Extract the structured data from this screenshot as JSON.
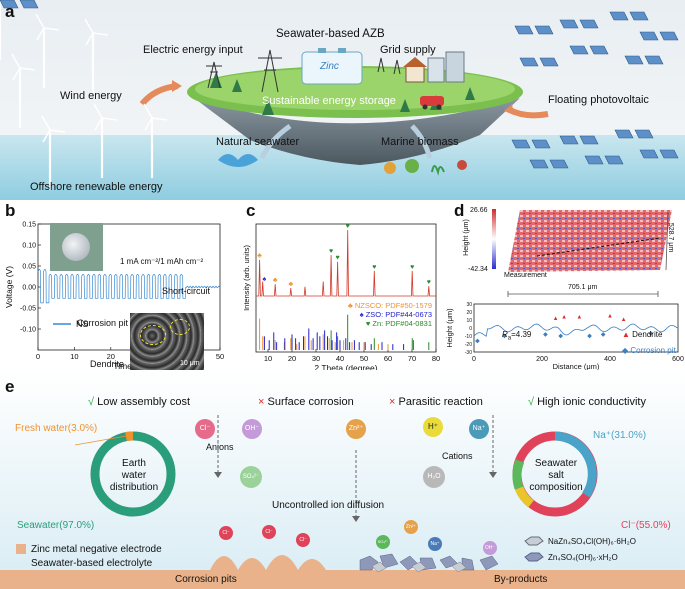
{
  "panel_a": {
    "letter": "a",
    "title": "Seawater-based AZB",
    "electric_input": "Electric energy input",
    "grid_supply": "Grid supply",
    "wind": "Wind energy",
    "storage": "Sustainable energy storage",
    "floating_pv": "Floating photovoltaic",
    "offshore": "Offshore renewable energy",
    "seawater": "Natural seawater",
    "biomass": "Marine biomass",
    "zinc_logo": "Zinc"
  },
  "panel_b": {
    "letter": "b",
    "annot_current": "1 mA cm⁻²/1 mAh cm⁻²",
    "short_circuit": "Short-circuit",
    "corrosion_pit": "Corrosion pit",
    "legend": "NS",
    "dendrite": "Dendrite",
    "scale": "10 μm",
    "chart_data": {
      "type": "line",
      "xlabel": "Time (h)",
      "ylabel": "Voltage (V)",
      "xlim": [
        0,
        50
      ],
      "ylim": [
        -0.15,
        0.15
      ],
      "xticks": [
        "0",
        "10",
        "20",
        "30",
        "40",
        "50"
      ],
      "yticks": [
        "-0.10",
        "-0.05",
        "0.00",
        "0.05",
        "0.10",
        "0.15"
      ],
      "series": [
        {
          "name": "NS",
          "cycle_h": 1.5,
          "amp_start": 0.042,
          "amp_mid": 0.03,
          "short_circuit_h": 40.5,
          "after": 0.0
        }
      ]
    }
  },
  "panel_c": {
    "letter": "c",
    "chart_data": {
      "type": "bar",
      "xlabel": "2 Theta (degree)",
      "ylabel": "Intensity (arb. units)",
      "xlim": [
        5,
        80
      ],
      "xticks": [
        "10",
        "20",
        "30",
        "40",
        "50",
        "60",
        "70",
        "80"
      ],
      "series": [
        {
          "name": "NZSCO: PDF#50-1579",
          "color": "#f0922e",
          "peaks": [
            [
              6.5,
              0.8
            ],
            [
              7.8,
              0.35
            ],
            [
              13.0,
              0.25
            ],
            [
              16.8,
              0.2
            ],
            [
              19.5,
              0.3
            ],
            [
              22.0,
              0.15
            ],
            [
              25.4,
              0.35
            ],
            [
              28.0,
              0.25
            ],
            [
              33.0,
              0.4
            ],
            [
              35.5,
              0.3
            ],
            [
              38.0,
              0.2
            ],
            [
              41.5,
              0.25
            ],
            [
              45.0,
              0.2
            ],
            [
              50.0,
              0.2
            ],
            [
              56.0,
              0.15
            ],
            [
              60.0,
              0.15
            ]
          ]
        },
        {
          "name": "ZSO: PDF#44-0673",
          "color": "#2222cc",
          "peaks": [
            [
              8.5,
              0.35
            ],
            [
              10.5,
              0.25
            ],
            [
              12.4,
              0.45
            ],
            [
              13.6,
              0.2
            ],
            [
              17.0,
              0.3
            ],
            [
              20.0,
              0.4
            ],
            [
              21.5,
              0.3
            ],
            [
              23.0,
              0.2
            ],
            [
              24.8,
              0.35
            ],
            [
              27.0,
              0.55
            ],
            [
              28.8,
              0.3
            ],
            [
              30.5,
              0.45
            ],
            [
              31.6,
              0.35
            ],
            [
              33.6,
              0.5
            ],
            [
              34.8,
              0.35
            ],
            [
              36.7,
              0.25
            ],
            [
              38.6,
              0.45
            ],
            [
              40.0,
              0.25
            ],
            [
              42.4,
              0.3
            ],
            [
              44.0,
              0.2
            ],
            [
              46.0,
              0.25
            ],
            [
              48.0,
              0.2
            ],
            [
              50.5,
              0.2
            ],
            [
              53.0,
              0.15
            ],
            [
              57.5,
              0.2
            ],
            [
              62.0,
              0.15
            ],
            [
              66.5,
              0.15
            ]
          ]
        },
        {
          "name": "Zn: PDF#04-0831",
          "color": "#2a8a2a",
          "peaks": [
            [
              36.3,
              0.5
            ],
            [
              39.0,
              0.35
            ],
            [
              43.2,
              0.9
            ],
            [
              54.3,
              0.3
            ],
            [
              70.1,
              0.3
            ],
            [
              70.6,
              0.25
            ],
            [
              77.0,
              0.2
            ]
          ]
        }
      ],
      "pattern_peaks": [
        [
          6.5,
          0.55
        ],
        [
          7.8,
          0.22
        ],
        [
          13.0,
          0.18
        ],
        [
          19.5,
          0.12
        ],
        [
          25.4,
          0.14
        ],
        [
          33.0,
          0.22
        ],
        [
          36.3,
          0.62
        ],
        [
          39.0,
          0.52
        ],
        [
          43.2,
          1.0
        ],
        [
          54.3,
          0.38
        ],
        [
          70.1,
          0.38
        ],
        [
          77.0,
          0.15
        ]
      ]
    }
  },
  "panel_d": {
    "letter": "d",
    "height_max": "26.66",
    "height_min": "-42.34",
    "height_label": "Height (μm)",
    "measurement": "Measurement",
    "width_label": "705.1 μm",
    "depth_label": "528.7 μm",
    "ra": "R",
    "ra_sub": "a",
    "ra_value": "=4.39",
    "dendrite": "Dendrite",
    "corrosion_pit": "Corrosion pit",
    "chart_data": {
      "type": "line",
      "xlabel": "Distance (μm)",
      "ylabel": "Height (μm)",
      "xlim": [
        0,
        600
      ],
      "ylim": [
        -30,
        30
      ],
      "xticks": [
        "0",
        "200",
        "400",
        "600"
      ],
      "yticks": [
        "-30",
        "-20",
        "-10",
        "0",
        "10",
        "20",
        "30"
      ]
    }
  },
  "panel_e": {
    "letter": "e",
    "low_cost": "Low assembly cost",
    "surface_corrosion": "Surface corrosion",
    "parasitic": "Parasitic reaction",
    "ionic": "High ionic conductivity",
    "fresh_water": "Fresh water(3.0%)",
    "seawater_pct": "Seawater(97.0%)",
    "earth_line1": "Earth",
    "earth_line2": "water",
    "earth_line3": "distribution",
    "anions": "Anions",
    "cations": "Cations",
    "uncontrolled": "Uncontrolled ion diffusion",
    "na_pct": "Na⁺(31.0%)",
    "cl_pct": "Cl⁻(55.0%)",
    "salt_line1": "Seawater",
    "salt_line2": "salt",
    "salt_line3": "composition",
    "legend_zinc": "Zinc metal negative electrode",
    "legend_electrolyte": "Seawater-based electrolyte",
    "product1": "NaZn₄SO₄Cl(OH)₆·6H₂O",
    "product2": "Zn₄SO₄(OH)₆·xH₂O",
    "corrosion_pits": "Corrosion pits",
    "byproducts": "By-products",
    "ions": {
      "cl": "Cl⁻",
      "oh": "OH⁻",
      "so4": "SO₄²⁻",
      "zn": "Zn²⁺",
      "h": "H⁺",
      "h2o": "H₂O",
      "na": "Na⁺"
    },
    "colors": {
      "teal": "#2a9d7a",
      "orange": "#f0922e",
      "blue_ring": "#4aa3c8",
      "red_ring": "#e0425a",
      "yellow": "#e9c42a",
      "green": "#5bb85b",
      "check": "#3aa84a",
      "cross": "#e02b2b"
    }
  }
}
